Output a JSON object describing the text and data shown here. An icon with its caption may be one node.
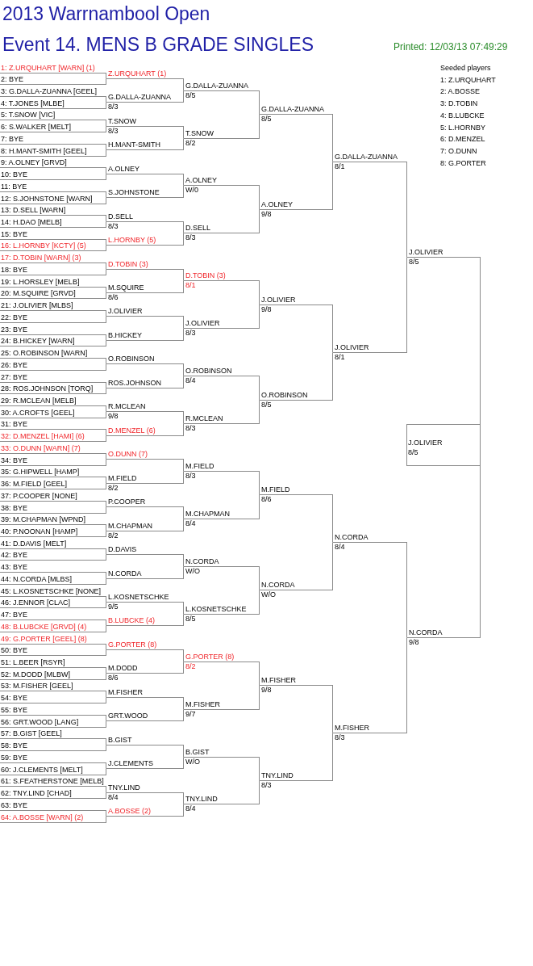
{
  "diagram": {
    "title": "2013 Warrnambool Open",
    "nodes": [
      {
        "text": [
          "1: Z.URQUHART [WARN] (1)"
        ]
      },
      {
        "text": [
          "2: BYE"
        ]
      },
      {
        "text": [
          "3: G.DALLA-ZUANNA [GEEL]"
        ]
      },
      {
        "text": [
          "4: T.JONES [MLBE]"
        ]
      },
      {
        "text": [
          "5: T.SNOW [VIC]"
        ]
      },
      {
        "text": [
          "6: S.WALKER [MELT]"
        ]
      },
      {
        "text": [
          "7: BYE"
        ]
      },
      {
        "text": [
          "8: H.MANT-SMITH [GEEL]"
        ]
      },
      {
        "text": [
          "9: A.OLNEY [GRVD]"
        ]
      },
      {
        "text": [
          "10: BYE"
        ]
      },
      {
        "text": [
          "11: BYE"
        ]
      },
      {
        "text": [
          "12: S.JOHNSTONE [WARN]"
        ]
      },
      {
        "text": [
          "13: D.SELL [WARN]"
        ]
      },
      {
        "text": [
          "14: H.DAO [MELB]"
        ]
      },
      {
        "text": [
          "15: BYE"
        ]
      },
      {
        "text": [
          "16: L.HORNBY [KCTY] (5)"
        ]
      },
      {
        "text": [
          "17: D.TOBIN [WARN] (3)"
        ]
      },
      {
        "text": [
          "18: BYE"
        ]
      },
      {
        "text": [
          "19: L.HORSLEY [MELB]"
        ]
      },
      {
        "text": [
          "20: M.SQUIRE [GRVD]"
        ]
      },
      {
        "text": [
          "21: J.OLIVIER [MLBS]"
        ]
      },
      {
        "text": [
          "22: BYE"
        ]
      },
      {
        "text": [
          "23: BYE"
        ]
      },
      {
        "text": [
          "24: B.HICKEY [WARN]"
        ]
      },
      {
        "text": [
          "25: O.ROBINSON [WARN]"
        ]
      },
      {
        "text": [
          "26: BYE"
        ]
      },
      {
        "text": [
          "27: BYE"
        ]
      },
      {
        "text": [
          "28: ROS.JOHNSON [TORQ]"
        ]
      },
      {
        "text": [
          "29: R.MCLEAN [MELB]"
        ]
      },
      {
        "text": [
          "30: A.CROFTS [GEEL]"
        ]
      },
      {
        "text": [
          "31: BYE"
        ]
      },
      {
        "text": [
          "32: D.MENZEL [HAMI] (6)"
        ]
      },
      {
        "text": [
          "33: O.DUNN [WARN] (7)"
        ]
      },
      {
        "text": [
          "34: BYE"
        ]
      },
      {
        "text": [
          "35: G.HIPWELL [HAMP]"
        ]
      },
      {
        "text": [
          "36: M.FIELD [GEEL]"
        ]
      },
      {
        "text": [
          "37: P.COOPER [NONE]"
        ]
      },
      {
        "text": [
          "38: BYE"
        ]
      },
      {
        "text": [
          "39: M.CHAPMAN [WPND]"
        ]
      },
      {
        "text": [
          "40: P.NOONAN [HAMP]"
        ]
      },
      {
        "text": [
          "41: D.DAVIS [MELT]"
        ]
      },
      {
        "text": [
          "42: BYE"
        ]
      },
      {
        "text": [
          "43: BYE"
        ]
      },
      {
        "text": [
          "44: N.CORDA [MLBS]"
        ]
      },
      {
        "text": [
          "45: L.KOSNETSCHKE [NONE]"
        ]
      },
      {
        "text": [
          "46: J.ENNOR [CLAC]"
        ]
      },
      {
        "text": [
          "47: BYE"
        ]
      },
      {
        "text": [
          "48: B.LUBCKE [GRVD] (4)"
        ]
      },
      {
        "text": [
          "49: G.PORTER [GEEL] (8)"
        ]
      },
      {
        "text": [
          "50: BYE"
        ]
      },
      {
        "text": [
          "51: L.BEER [RSYR]"
        ]
      },
      {
        "text": [
          "52: M.DODD [MLBW]"
        ]
      },
      {
        "text": [
          "53: M.FISHER [GEEL]"
        ]
      },
      {
        "text": [
          "54: BYE"
        ]
      },
      {
        "text": [
          "55: BYE"
        ]
      },
      {
        "text": [
          "56: GRT.WOOD [LANG]"
        ]
      },
      {
        "text": [
          "57: B.GIST [GEEL]"
        ]
      },
      {
        "text": [
          "58: BYE"
        ]
      },
      {
        "text": [
          "59: BYE"
        ]
      },
      {
        "text": [
          "60: J.CLEMENTS [MELT]"
        ]
      },
      {
        "text": [
          "61: S.FEATHERSTONE [MELB]"
        ]
      },
      {
        "text": [
          "62: TNY.LIND [CHAD]"
        ]
      },
      {
        "text": [
          "63: BYE"
        ]
      },
      {
        "text": [
          "64: A.BOSSE [WARN] (2)"
        ]
      },
      {
        "text": [
          "Z.URQUHART (1)"
        ]
      },
      {
        "text": [
          "G.DALLA-ZUANNA",
          "8/3"
        ]
      },
      {
        "text": [
          "T.SNOW",
          "8/3"
        ]
      },
      {
        "text": [
          "H.MANT-SMITH"
        ]
      },
      {
        "text": [
          "A.OLNEY"
        ]
      },
      {
        "text": [
          "S.JOHNSTONE"
        ]
      },
      {
        "text": [
          "D.SELL",
          "8/3"
        ]
      },
      {
        "text": [
          "L.HORNBY (5)"
        ]
      },
      {
        "text": [
          "D.TOBIN (3)"
        ]
      },
      {
        "text": [
          "M.SQUIRE",
          "8/6"
        ]
      },
      {
        "text": [
          "J.OLIVIER"
        ]
      },
      {
        "text": [
          "B.HICKEY"
        ]
      },
      {
        "text": [
          "O.ROBINSON"
        ]
      },
      {
        "text": [
          "ROS.JOHNSON"
        ]
      },
      {
        "text": [
          "R.MCLEAN",
          "9/8"
        ]
      },
      {
        "text": [
          "D.MENZEL (6)"
        ]
      },
      {
        "text": [
          "O.DUNN (7)"
        ]
      },
      {
        "text": [
          "M.FIELD",
          "8/2"
        ]
      },
      {
        "text": [
          "P.COOPER"
        ]
      },
      {
        "text": [
          "M.CHAPMAN",
          "8/2"
        ]
      },
      {
        "text": [
          "D.DAVIS"
        ]
      },
      {
        "text": [
          "N.CORDA"
        ]
      },
      {
        "text": [
          "L.KOSNETSCHKE",
          "9/5"
        ]
      },
      {
        "text": [
          "B.LUBCKE (4)"
        ]
      },
      {
        "text": [
          "G.PORTER (8)"
        ]
      },
      {
        "text": [
          "M.DODD",
          "8/6"
        ]
      },
      {
        "text": [
          "M.FISHER"
        ]
      },
      {
        "text": [
          "GRT.WOOD"
        ]
      },
      {
        "text": [
          "B.GIST"
        ]
      },
      {
        "text": [
          "J.CLEMENTS"
        ]
      },
      {
        "text": [
          "TNY.LIND",
          "8/4"
        ]
      },
      {
        "text": [
          "A.BOSSE (2)"
        ]
      },
      {
        "text": [
          "G.DALLA-ZUANNA",
          "8/5"
        ]
      },
      {
        "text": [
          "T.SNOW",
          "8/2"
        ]
      },
      {
        "text": [
          "A.OLNEY",
          "W/0"
        ]
      },
      {
        "text": [
          "D.SELL",
          "8/3"
        ]
      },
      {
        "text": [
          "D.TOBIN (3)",
          "8/1"
        ]
      },
      {
        "text": [
          "J.OLIVIER",
          "8/3"
        ]
      },
      {
        "text": [
          "O.ROBINSON",
          "8/4"
        ]
      },
      {
        "text": [
          "R.MCLEAN",
          "8/3"
        ]
      },
      {
        "text": [
          "M.FIELD",
          "8/3"
        ]
      },
      {
        "text": [
          "M.CHAPMAN",
          "8/4"
        ]
      },
      {
        "text": [
          "N.CORDA",
          "W/O"
        ]
      },
      {
        "text": [
          "L.KOSNETSCHKE",
          "8/5"
        ]
      },
      {
        "text": [
          "G.PORTER (8)",
          "8/2"
        ]
      },
      {
        "text": [
          "M.FISHER",
          "9/7"
        ]
      },
      {
        "text": [
          "B.GIST",
          "W/O"
        ]
      },
      {
        "text": [
          "TNY.LIND",
          "8/4"
        ]
      },
      {
        "text": [
          "G.DALLA-ZUANNA",
          "8/5"
        ]
      },
      {
        "text": [
          "A.OLNEY",
          "9/8"
        ]
      },
      {
        "text": [
          "J.OLIVIER",
          "9/8"
        ]
      },
      {
        "text": [
          "O.ROBINSON",
          "8/5"
        ]
      },
      {
        "text": [
          "M.FIELD",
          "8/6"
        ]
      },
      {
        "text": [
          "N.CORDA",
          "W/O"
        ]
      },
      {
        "text": [
          "M.FISHER",
          "9/8"
        ]
      },
      {
        "text": [
          "TNY.LIND",
          "8/3"
        ]
      },
      {
        "text": [
          "G.DALLA-ZUANNA",
          "8/1"
        ]
      },
      {
        "text": [
          "J.OLIVIER",
          "8/1"
        ]
      },
      {
        "text": [
          "N.CORDA",
          "8/4"
        ]
      },
      {
        "text": [
          "M.FISHER",
          "8/3"
        ]
      },
      {
        "text": [
          "J.OLIVIER",
          "8/5"
        ]
      },
      {
        "text": [
          "N.CORDA",
          "9/8"
        ]
      },
      {
        "text": [
          "J.OLIVIER",
          "8/5"
        ]
      }
    ],
    "edges": [
      {
        "from": 0,
        "to": 64,
        "arrow": "none"
      },
      {
        "from": 1,
        "to": 64,
        "arrow": "none"
      },
      {
        "from": 2,
        "to": 65,
        "arrow": "none"
      },
      {
        "from": 3,
        "to": 65,
        "arrow": "none"
      },
      {
        "from": 4,
        "to": 66,
        "arrow": "none"
      },
      {
        "from": 5,
        "to": 66,
        "arrow": "none"
      },
      {
        "from": 6,
        "to": 67,
        "arrow": "none"
      },
      {
        "from": 7,
        "to": 67,
        "arrow": "none"
      },
      {
        "from": 8,
        "to": 68,
        "arrow": "none"
      },
      {
        "from": 9,
        "to": 68,
        "arrow": "none"
      },
      {
        "from": 10,
        "to": 69,
        "arrow": "none"
      },
      {
        "from": 11,
        "to": 69,
        "arrow": "none"
      },
      {
        "from": 12,
        "to": 70,
        "arrow": "none"
      },
      {
        "from": 13,
        "to": 70,
        "arrow": "none"
      },
      {
        "from": 14,
        "to": 71,
        "arrow": "none"
      },
      {
        "from": 15,
        "to": 71,
        "arrow": "none"
      },
      {
        "from": 16,
        "to": 72,
        "arrow": "none"
      },
      {
        "from": 17,
        "to": 72,
        "arrow": "none"
      },
      {
        "from": 18,
        "to": 73,
        "arrow": "none"
      },
      {
        "from": 19,
        "to": 73,
        "arrow": "none"
      },
      {
        "from": 20,
        "to": 74,
        "arrow": "none"
      },
      {
        "from": 21,
        "to": 74,
        "arrow": "none"
      },
      {
        "from": 22,
        "to": 75,
        "arrow": "none"
      },
      {
        "from": 23,
        "to": 75,
        "arrow": "none"
      },
      {
        "from": 24,
        "to": 76,
        "arrow": "none"
      },
      {
        "from": 25,
        "to": 76,
        "arrow": "none"
      },
      {
        "from": 26,
        "to": 77,
        "arrow": "none"
      },
      {
        "from": 27,
        "to": 77,
        "arrow": "none"
      },
      {
        "from": 28,
        "to": 78,
        "arrow": "none"
      },
      {
        "from": 29,
        "to": 78,
        "arrow": "none"
      },
      {
        "from": 30,
        "to": 79,
        "arrow": "none"
      },
      {
        "from": 31,
        "to": 79,
        "arrow": "none"
      },
      {
        "from": 32,
        "to": 80,
        "arrow": "none"
      },
      {
        "from": 33,
        "to": 80,
        "arrow": "none"
      },
      {
        "from": 34,
        "to": 81,
        "arrow": "none"
      },
      {
        "from": 35,
        "to": 81,
        "arrow": "none"
      },
      {
        "from": 36,
        "to": 82,
        "arrow": "none"
      },
      {
        "from": 37,
        "to": 82,
        "arrow": "none"
      },
      {
        "from": 38,
        "to": 83,
        "arrow": "none"
      },
      {
        "from": 39,
        "to": 83,
        "arrow": "none"
      },
      {
        "from": 40,
        "to": 84,
        "arrow": "none"
      },
      {
        "from": 41,
        "to": 84,
        "arrow": "none"
      },
      {
        "from": 42,
        "to": 85,
        "arrow": "none"
      },
      {
        "from": 43,
        "to": 85,
        "arrow": "none"
      },
      {
        "from": 44,
        "to": 86,
        "arrow": "none"
      },
      {
        "from": 45,
        "to": 86,
        "arrow": "none"
      },
      {
        "from": 46,
        "to": 87,
        "arrow": "none"
      },
      {
        "from": 47,
        "to": 87,
        "arrow": "none"
      },
      {
        "from": 48,
        "to": 88,
        "arrow": "none"
      },
      {
        "from": 49,
        "to": 88,
        "arrow": "none"
      },
      {
        "from": 50,
        "to": 89,
        "arrow": "none"
      },
      {
        "from": 51,
        "to": 89,
        "arrow": "none"
      },
      {
        "from": 52,
        "to": 90,
        "arrow": "none"
      },
      {
        "from": 53,
        "to": 90,
        "arrow": "none"
      },
      {
        "from": 54,
        "to": 91,
        "arrow": "none"
      },
      {
        "from": 55,
        "to": 91,
        "arrow": "none"
      },
      {
        "from": 56,
        "to": 92,
        "arrow": "none"
      },
      {
        "from": 57,
        "to": 92,
        "arrow": "none"
      },
      {
        "from": 58,
        "to": 93,
        "arrow": "none"
      },
      {
        "from": 59,
        "to": 93,
        "arrow": "none"
      },
      {
        "from": 60,
        "to": 94,
        "arrow": "none"
      },
      {
        "from": 61,
        "to": 94,
        "arrow": "none"
      },
      {
        "from": 62,
        "to": 95,
        "arrow": "none"
      },
      {
        "from": 63,
        "to": 95,
        "arrow": "none"
      },
      {
        "from": 64,
        "to": 96,
        "arrow": "none"
      },
      {
        "from": 65,
        "to": 96,
        "arrow": "none"
      },
      {
        "from": 66,
        "to": 97,
        "arrow": "none"
      },
      {
        "from": 67,
        "to": 97,
        "arrow": "none"
      },
      {
        "from": 68,
        "to": 98,
        "arrow": "none"
      },
      {
        "from": 69,
        "to": 98,
        "arrow": "none"
      },
      {
        "from": 70,
        "to": 99,
        "arrow": "none"
      },
      {
        "from": 71,
        "to": 99,
        "arrow": "none"
      },
      {
        "from": 72,
        "to": 100,
        "arrow": "none"
      },
      {
        "from": 73,
        "to": 100,
        "arrow": "none"
      },
      {
        "from": 74,
        "to": 101,
        "arrow": "none"
      },
      {
        "from": 75,
        "to": 101,
        "arrow": "none"
      },
      {
        "from": 76,
        "to": 102,
        "arrow": "none"
      },
      {
        "from": 77,
        "to": 102,
        "arrow": "none"
      },
      {
        "from": 78,
        "to": 103,
        "arrow": "none"
      },
      {
        "from": 79,
        "to": 103,
        "arrow": "none"
      },
      {
        "from": 80,
        "to": 104,
        "arrow": "none"
      },
      {
        "from": 81,
        "to": 104,
        "arrow": "none"
      },
      {
        "from": 82,
        "to": 105,
        "arrow": "none"
      },
      {
        "from": 83,
        "to": 105,
        "arrow": "none"
      },
      {
        "from": 84,
        "to": 106,
        "arrow": "none"
      },
      {
        "from": 85,
        "to": 106,
        "arrow": "none"
      },
      {
        "from": 86,
        "to": 107,
        "arrow": "none"
      },
      {
        "from": 87,
        "to": 107,
        "arrow": "none"
      },
      {
        "from": 88,
        "to": 108,
        "arrow": "none"
      },
      {
        "from": 89,
        "to": 108,
        "arrow": "none"
      },
      {
        "from": 90,
        "to": 109,
        "arrow": "none"
      },
      {
        "from": 91,
        "to": 109,
        "arrow": "none"
      },
      {
        "from": 92,
        "to": 110,
        "arrow": "none"
      },
      {
        "from": 93,
        "to": 110,
        "arrow": "none"
      },
      {
        "from": 94,
        "to": 111,
        "arrow": "none"
      },
      {
        "from": 95,
        "to": 111,
        "arrow": "none"
      },
      {
        "from": 96,
        "to": 112,
        "arrow": "none"
      },
      {
        "from": 97,
        "to": 112,
        "arrow": "none"
      },
      {
        "from": 98,
        "to": 113,
        "arrow": "none"
      },
      {
        "from": 99,
        "to": 113,
        "arrow": "none"
      },
      {
        "from": 100,
        "to": 114,
        "arrow": "none"
      },
      {
        "from": 101,
        "to": 114,
        "arrow": "none"
      },
      {
        "from": 102,
        "to": 115,
        "arrow": "none"
      },
      {
        "from": 103,
        "to": 115,
        "arrow": "none"
      },
      {
        "from": 104,
        "to": 116,
        "arrow": "none"
      },
      {
        "from": 105,
        "to": 116,
        "arrow": "none"
      },
      {
        "from": 106,
        "to": 117,
        "arrow": "none"
      },
      {
        "from": 107,
        "to": 117,
        "arrow": "none"
      },
      {
        "from": 108,
        "to": 118,
        "arrow": "none"
      },
      {
        "from": 109,
        "to": 118,
        "arrow": "none"
      },
      {
        "from": 110,
        "to": 119,
        "arrow": "none"
      },
      {
        "from": 111,
        "to": 119,
        "arrow": "none"
      },
      {
        "from": 112,
        "to": 120,
        "arrow": "none"
      },
      {
        "from": 113,
        "to": 120,
        "arrow": "none"
      },
      {
        "from": 114,
        "to": 121,
        "arrow": "none"
      },
      {
        "from": 115,
        "to": 121,
        "arrow": "none"
      },
      {
        "from": 116,
        "to": 122,
        "arrow": "none"
      },
      {
        "from": 117,
        "to": 122,
        "arrow": "none"
      },
      {
        "from": 118,
        "to": 123,
        "arrow": "none"
      },
      {
        "from": 119,
        "to": 123,
        "arrow": "none"
      },
      {
        "from": 120,
        "to": 124,
        "arrow": "none"
      },
      {
        "from": 121,
        "to": 124,
        "arrow": "none"
      },
      {
        "from": 122,
        "to": 125,
        "arrow": "none"
      },
      {
        "from": 123,
        "to": 125,
        "arrow": "none"
      },
      {
        "from": 124,
        "to": 126,
        "arrow": "none"
      },
      {
        "from": 125,
        "to": 126,
        "arrow": "none"
      }
    ],
    "labels": [
      "Event 14. MENS B GRADE SINGLES",
      "Printed: 12/03/13 07:49:29",
      "Seeded players",
      "1: Z.URQUHART",
      "2: A.BOSSE",
      "3: D.TOBIN",
      "4: B.LUBCKE",
      "5: L.HORNBY",
      "6: D.MENZEL",
      "7: O.DUNN",
      "8: G.PORTER"
    ]
  }
}
